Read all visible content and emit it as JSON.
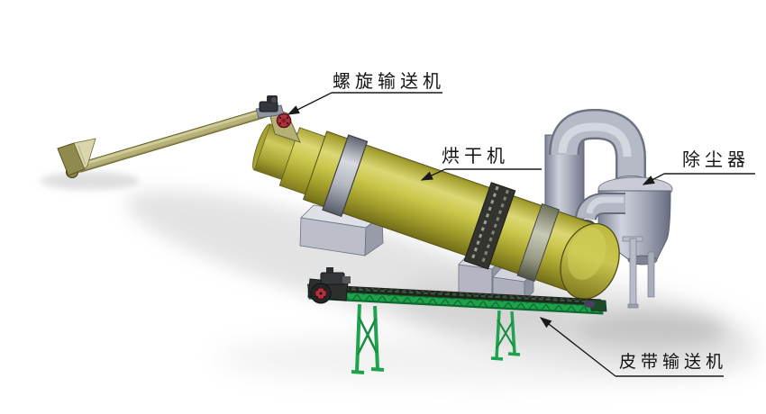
{
  "labels": {
    "screw_conveyor": "螺旋输送机",
    "dryer": "烘干机",
    "dust_collector": "除尘器",
    "belt_conveyor": "皮带输送机"
  },
  "components": [
    "screw-conveyor-feeder",
    "feed-hopper",
    "rotary-dryer-drum",
    "riding-ring",
    "drive-chain-ring",
    "support-piers",
    "cyclone-dust-collector",
    "exhaust-duct",
    "belt-conveyor"
  ],
  "colors": {
    "background": "#ffffff",
    "drum_yellow": "#c5c142",
    "drum_highlight": "#dbd875",
    "drum_shadow": "#6e6a1d",
    "steel_gray": "#b0b4c0",
    "steel_light": "#d6d9e1",
    "conveyor_green": "#1fa24c",
    "belt_black": "#20231e",
    "wheel_red": "#b23340",
    "annotation_line": "#1a1a1a"
  }
}
